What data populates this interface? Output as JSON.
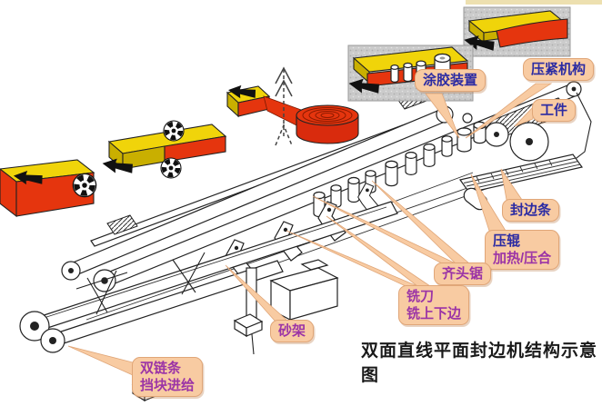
{
  "caption": "双面直线平面封边机结构示意图",
  "labels": {
    "gluing_device": {
      "line1": "涂胶装置"
    },
    "pressing_mechanism": {
      "line1": "压紧机构"
    },
    "workpiece": {
      "line1": "工件"
    },
    "edge_band_strip": {
      "line1": "封边条"
    },
    "pressure_roller": {
      "line1": "压辊",
      "line2": "加热/压合"
    },
    "end_trim_saw": {
      "line1": "齐头锯"
    },
    "milling_cutter": {
      "line1": "铣刀",
      "line2": "铣上下边"
    },
    "sanding_frame": {
      "line1": "砂架"
    },
    "double_chain_feed": {
      "line1": "双链条",
      "line2": "挡块进给"
    }
  },
  "colors": {
    "label_bg": "#F8CBA2",
    "label_border": "#E0A678",
    "text_navy": "#2B2BA3",
    "text_purple": "#9B34A6",
    "caption_ink": "#1A1A1A",
    "board_yellow": "#F0D40A",
    "band_red": "#E5350E",
    "inset_gray": "#CBCBCB"
  },
  "icons": {
    "feed_direction_arrow": "solid-left-arrow",
    "cutter_wheel": "gear-saw-wheel",
    "edge_band_coil": "spiral-coil",
    "cut_position_marker": "dashed-vertical-double-chevron-arrow"
  }
}
